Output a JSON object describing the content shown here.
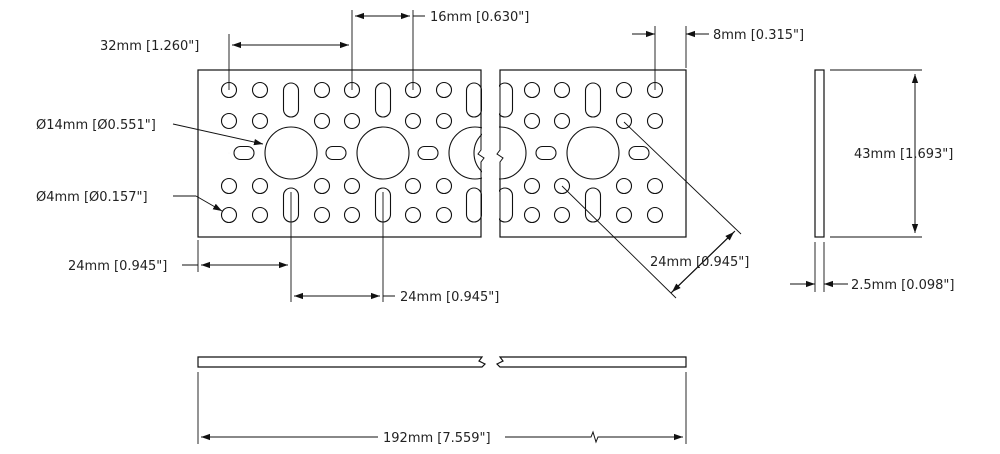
{
  "dimensions": {
    "hole_spacing_32": "32mm [1.260\"]",
    "hole_spacing_16": "16mm [0.630\"]",
    "edge_offset_8": "8mm [0.315\"]",
    "large_hole_diameter": "Ø14mm [Ø0.551\"]",
    "small_hole_diameter": "Ø4mm [Ø0.157\"]",
    "offset_24_left": "24mm [0.945\"]",
    "spacing_24_bottom": "24mm [0.945\"]",
    "spacing_24_diagonal": "24mm [0.945\"]",
    "height_43": "43mm [1.693\"]",
    "thickness_2_5": "2.5mm [0.098\"]",
    "total_length_192": "192mm [7.559\"]"
  }
}
